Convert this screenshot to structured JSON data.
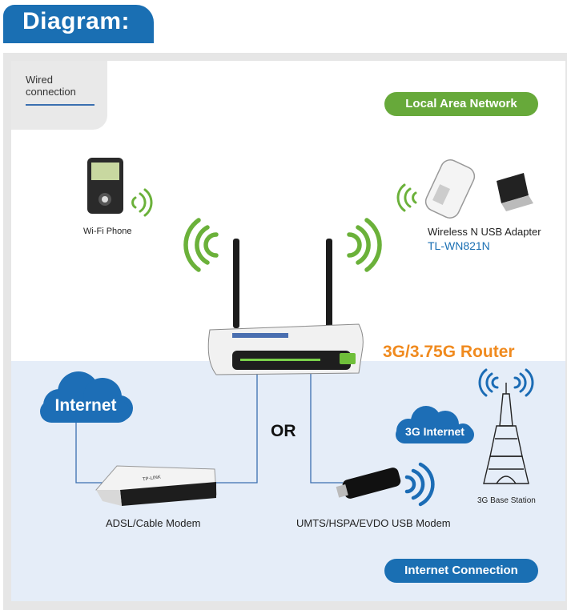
{
  "header": {
    "title": "Diagram:"
  },
  "legend": {
    "wired_label": "Wired connection"
  },
  "zones": {
    "lan": "Local Area Network",
    "internet": "Internet Connection"
  },
  "devices": {
    "wifi_phone": "Wi-Fi Phone",
    "usb_adapter_name": "Wireless N USB Adapter",
    "usb_adapter_model": "TL-WN821N",
    "router": "3G/3.75G Router",
    "internet_cloud": "Internet",
    "modem": "ADSL/Cable Modem",
    "usb_modem": "UMTS/HSPA/EVDO USB Modem",
    "internet_3g_cloud": "3G Internet",
    "base_station": "3G Base Station",
    "router_brand": "TP-LINK"
  },
  "connector": {
    "or_label": "OR"
  },
  "colors": {
    "blue": "#1a6fb3",
    "green": "#67a93a",
    "orange": "#f08a1e",
    "wifi_green": "#6bb13a",
    "signal_blue": "#1b6cb5"
  }
}
